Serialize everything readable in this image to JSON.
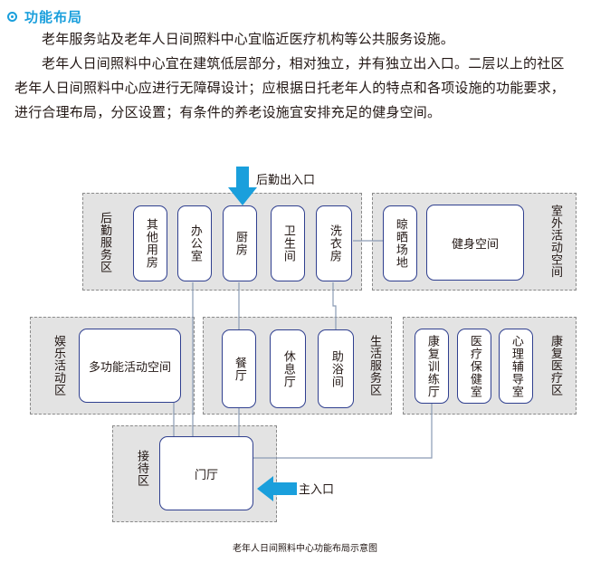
{
  "section": {
    "title": "功能布局"
  },
  "paragraphs": [
    {
      "line1": "老年服务站及老年人日间照料中心宜临近医疗机构等公共服务设施。"
    },
    {
      "line1": "老年人日间照料中心宜在建筑低层部分，相对独立，并有独立出入口。二层以上的社区",
      "line2": "老年人日间照料中心应进行无障碍设计；应根据日托老年人的特点和各项设施的功能要求，",
      "line3": "进行合理布局，分区设置；有条件的养老设施宜安排充足的健身空间。"
    }
  ],
  "diagram": {
    "service_entrance_label": "后勤出入口",
    "main_entrance_label": "主入口",
    "zones": {
      "logistics": "后勤服务区",
      "outdoor": "室外活动空间",
      "entertainment": "娱乐活动区",
      "living": "生活服务区",
      "recovery": "康复医疗区",
      "reception": "接待区"
    },
    "rooms": {
      "other_rooms": "其他用房",
      "office": "办公室",
      "kitchen": "厨房",
      "toilet": "卫生间",
      "laundry": "洗衣房",
      "drying_yard": "晾晒场地",
      "fitness_space": "健身空间",
      "multi_activity": "多功能活动空间",
      "dining": "餐厅",
      "rest_room": "休息厅",
      "bath_room": "助浴间",
      "rehab_training": "康复训练厅",
      "health_care": "医疗保健室",
      "counseling": "心理辅导室",
      "lobby": "门厅"
    },
    "colors": {
      "accent": "#1a9fdc",
      "box_border": "#2f3f8f",
      "zone_fill": "#e3e3e3"
    }
  },
  "caption": "老年人日间照料中心功能布局示意图"
}
